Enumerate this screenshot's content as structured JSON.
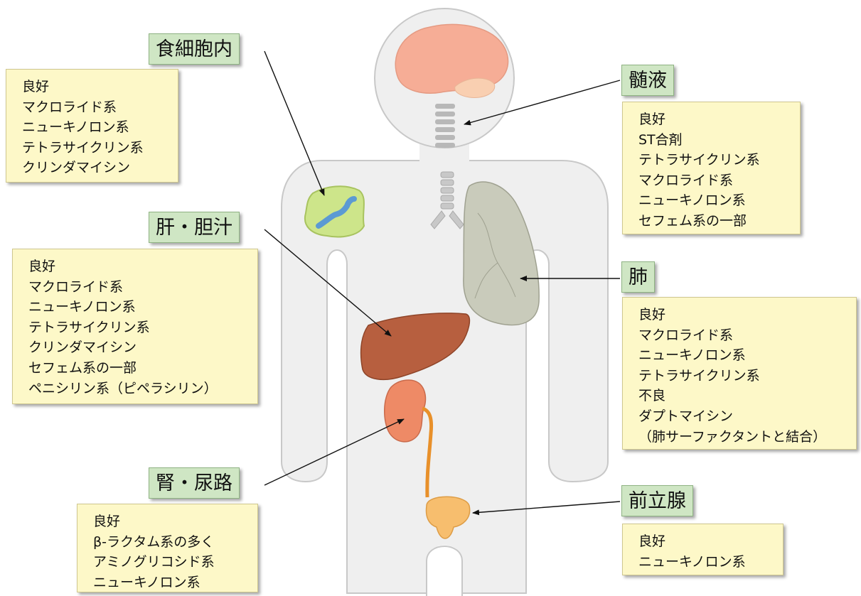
{
  "colors": {
    "label_bg": "#cfe6c4",
    "box_bg": "#fdf8c8",
    "body_fill": "#efefef",
    "liver": "#b75f3f",
    "kidney": "#ee8a66",
    "bladder": "#f7be6e",
    "lung": "#c9cbbb",
    "brain": "#f6ad96"
  },
  "sections": {
    "phagocyte": {
      "label": "食細胞内",
      "items": [
        "良好",
        "マクロライド系",
        "ニューキノロン系",
        "テトラサイクリン系",
        "クリンダマイシン"
      ]
    },
    "csf": {
      "label": "髄液",
      "items": [
        "良好",
        "ST合剤",
        "テトラサイクリン系",
        "マクロライド系",
        "ニューキノロン系",
        "セフェム系の一部"
      ]
    },
    "liver": {
      "label": "肝・胆汁",
      "items": [
        "良好",
        "マクロライド系",
        "ニューキノロン系",
        "テトラサイクリン系",
        "クリンダマイシン",
        "セフェム系の一部",
        "ペニシリン系（ピペラシリン）"
      ]
    },
    "lung": {
      "label": "肺",
      "items": [
        "良好",
        "マクロライド系",
        "ニューキノロン系",
        "テトラサイクリン系",
        "不良",
        "ダプトマイシン",
        "（肺サーファクタントと結合）"
      ]
    },
    "kidney": {
      "label": "腎・尿路",
      "items": [
        "良好",
        "β-ラクタム系の多く",
        "アミノグリコシド系",
        "ニューキノロン系"
      ]
    },
    "prostate": {
      "label": "前立腺",
      "items": [
        "良好",
        "ニューキノロン系"
      ]
    }
  }
}
